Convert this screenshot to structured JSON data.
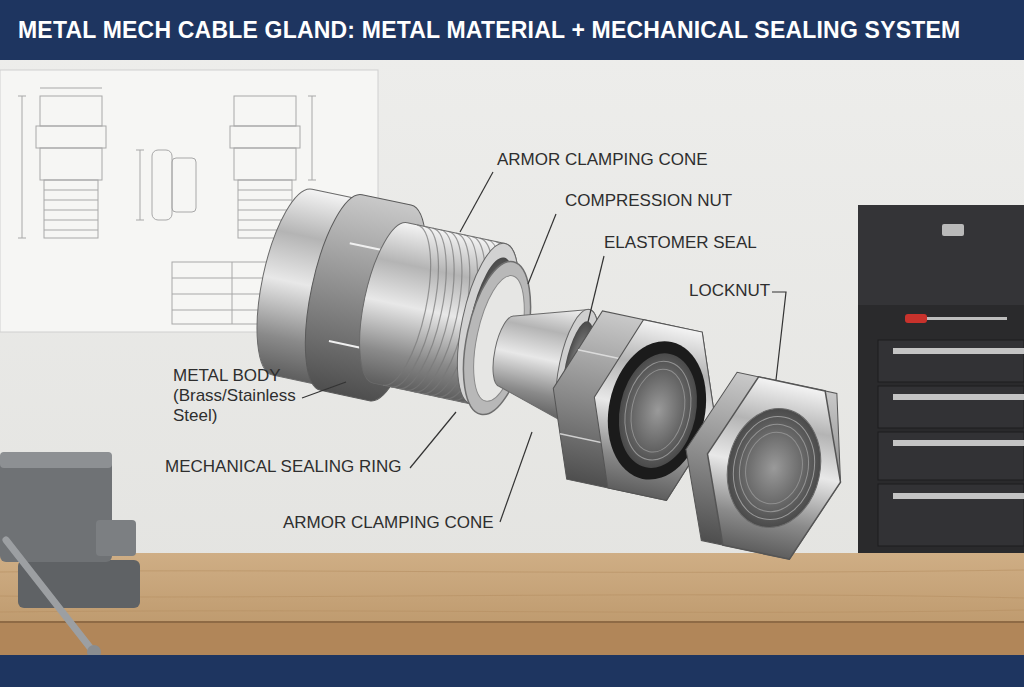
{
  "diagram": {
    "title": "METAL MECH CABLE GLAND: METAL MATERIAL + MECHANICAL SEALING SYSTEM",
    "labels": [
      "ARMOR CLAMPING CONE",
      "COMPRESSION NUT",
      "ELASTOMER SEAL",
      "LOCKNUT",
      "METAL BODY (Brass/Stainless Steel)",
      "MECHANICAL SEALING RING",
      "ARMOR CLAMPING CONE"
    ]
  }
}
